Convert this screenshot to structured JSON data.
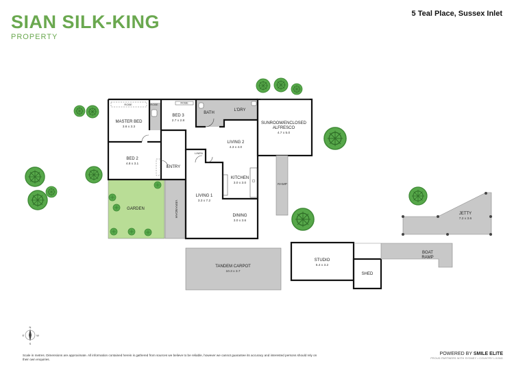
{
  "header": {
    "brand_name": "SIAN SILK-KING",
    "brand_sub": "PROPERTY",
    "address": "5 Teal Place, Sussex Inlet"
  },
  "rooms": {
    "robe_1": "ROBE",
    "robe_2": "ROBE",
    "robe_3": "ROBE",
    "master_bed": {
      "name": "MASTER BED",
      "dim": "3.6 x 3.3"
    },
    "bed_3": {
      "name": "BED 3",
      "dim": "2.7 x 2.8"
    },
    "bath": "BATH",
    "ldry": "L'DRY",
    "sunroom": {
      "name_1": "SUNROOM/ENCLOSED",
      "name_2": "ALFRESCO",
      "dim": "4.7 x 5.0"
    },
    "bed_2": {
      "name": "BED 2",
      "dim": "4.8 x 3.1"
    },
    "living_2": {
      "name": "LIVING 2",
      "dim": "4.3 x 4.0"
    },
    "linen": "LINEN",
    "entry": "ENTRY",
    "kitchen": {
      "name": "KITCHEN",
      "dim": "3.0 x 3.0"
    },
    "living_1": {
      "name": "LIVING 1",
      "dim": "3.3 x 7.2"
    },
    "dining": {
      "name": "DINING",
      "dim": "3.0 x 3.6"
    },
    "garden": "GARDEN",
    "verandah": "VERANDAH",
    "ramp": "RAMP",
    "tandem_carport": {
      "name": "TANDEM CARPOT",
      "dim": "10.3 x 3.7"
    },
    "studio": {
      "name": "STUDIO",
      "dim": "5.4 x 3.2"
    },
    "shed": "SHED",
    "boat_ramp_1": "BOAT",
    "boat_ramp_2": "RAMP",
    "jetty": {
      "name": "JETTY",
      "dim": "7.2 x 3.6"
    }
  },
  "compass": {
    "n": "N",
    "s": "S",
    "e": "E",
    "w": "W"
  },
  "footer": {
    "disclaimer": "Scale in metres. Dimensions are approximate. All information contained herein is gathered from sources we believe to be reliable, however we cannot guarantee its accuracy and interested persons should rely on their own enquiries.",
    "powered_prefix": "POWERED BY",
    "powered_brand": "SMILE ELITE",
    "powered_sub": "PROUD PARTNERS WITH SYDNEY • COUNTRY LIVING"
  },
  "colors": {
    "brand_green": "#6aa84f",
    "wall": "#111111",
    "grey_fill": "#c8c8c8",
    "garden_fill": "#b9dd96",
    "tree": "#57a84a"
  }
}
